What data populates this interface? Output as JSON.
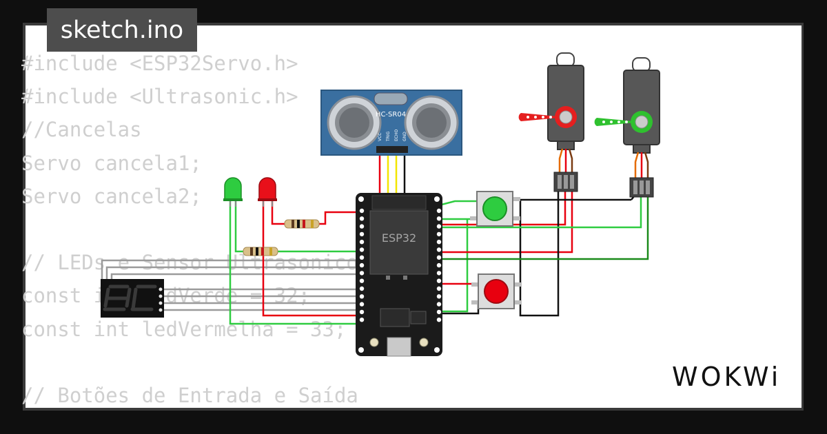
{
  "tab": {
    "title": "sketch.ino"
  },
  "code_lines": [
    "#include <ESP32Servo.h>",
    "#include <Ultrasonic.h>",
    "//Cancelas",
    "Servo cancela1;",
    "Servo cancela2;",
    "",
    "// LEDs e Sensor Ultrasonico",
    "const int ledVerde = 32;",
    "const int ledVermelha = 33;",
    "",
    "// Botões de Entrada e Saída"
  ],
  "components": {
    "sensor_label": "HC-SR04",
    "sensor_pins": [
      "VCC",
      "TRIG",
      "ECHO",
      "GND"
    ],
    "board_label": "ESP32"
  },
  "brand": {
    "logo": "WOKWi"
  },
  "colors": {
    "background": "#0f0f0f",
    "canvas": "#ffffff",
    "code_text": "#cfcfcf",
    "tab_bg": "#4d4d4d",
    "wire_red": "#e8000f",
    "wire_green": "#2ecc40",
    "wire_yellow": "#f2e600",
    "wire_black": "#111111",
    "wire_gray": "#9a9a9a",
    "sensor_blue": "#3a6fa0",
    "servo_horn_red": "#e51f1f",
    "servo_horn_green": "#2fc12f"
  }
}
